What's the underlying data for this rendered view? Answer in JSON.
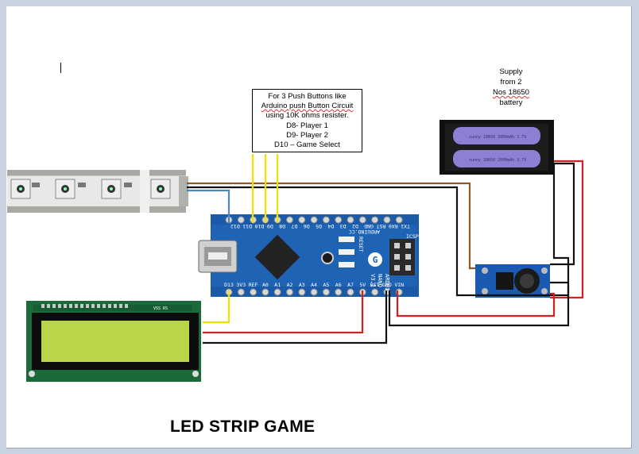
{
  "title": "LED STRIP GAME",
  "note": {
    "lines": [
      "For 3 Push Buttons  like",
      "Arduino push Button  Circuit",
      "using 10K ohms resister.",
      "D8- Player 1",
      "D9- Player 2",
      "D10 – Game Select"
    ]
  },
  "supply": {
    "lines": [
      "Supply",
      "from 2",
      "Nos 18650",
      "battery"
    ]
  },
  "arduino": {
    "top_pins": [
      "D12",
      "D11",
      "D10",
      "D9",
      "D8",
      "D7",
      "D6",
      "D5",
      "D4",
      "D3",
      "D2",
      "GND",
      "RST",
      "RX0",
      "TX1"
    ],
    "bottom_pins": [
      "D13",
      "3V3",
      "REF",
      "A0",
      "A1",
      "A2",
      "A3",
      "A4",
      "A5",
      "A6",
      "A7",
      "5V",
      "RST",
      "GND",
      "VIN"
    ],
    "board_text": [
      "ARDUINO.CC",
      "ARDUINO",
      "NANO",
      "V3.1"
    ],
    "icsp_label": "ICSP",
    "reset_label": "RESET"
  },
  "battery": {
    "cell_labels": [
      "sunny 18650 2000mAh 3.7V",
      "sunny 18650 2000mAh 3.7V"
    ]
  },
  "lcd": {
    "pcb_label": "VSS RS"
  },
  "colors": {
    "wire_brown": "#8b5a2b",
    "wire_blue": "#4a86c8",
    "wire_yellow": "#f2e000",
    "wire_red": "#d42020",
    "wire_black": "#111111",
    "board_blue": "#1a5aa8",
    "lcd_green": "#b9d64a"
  }
}
